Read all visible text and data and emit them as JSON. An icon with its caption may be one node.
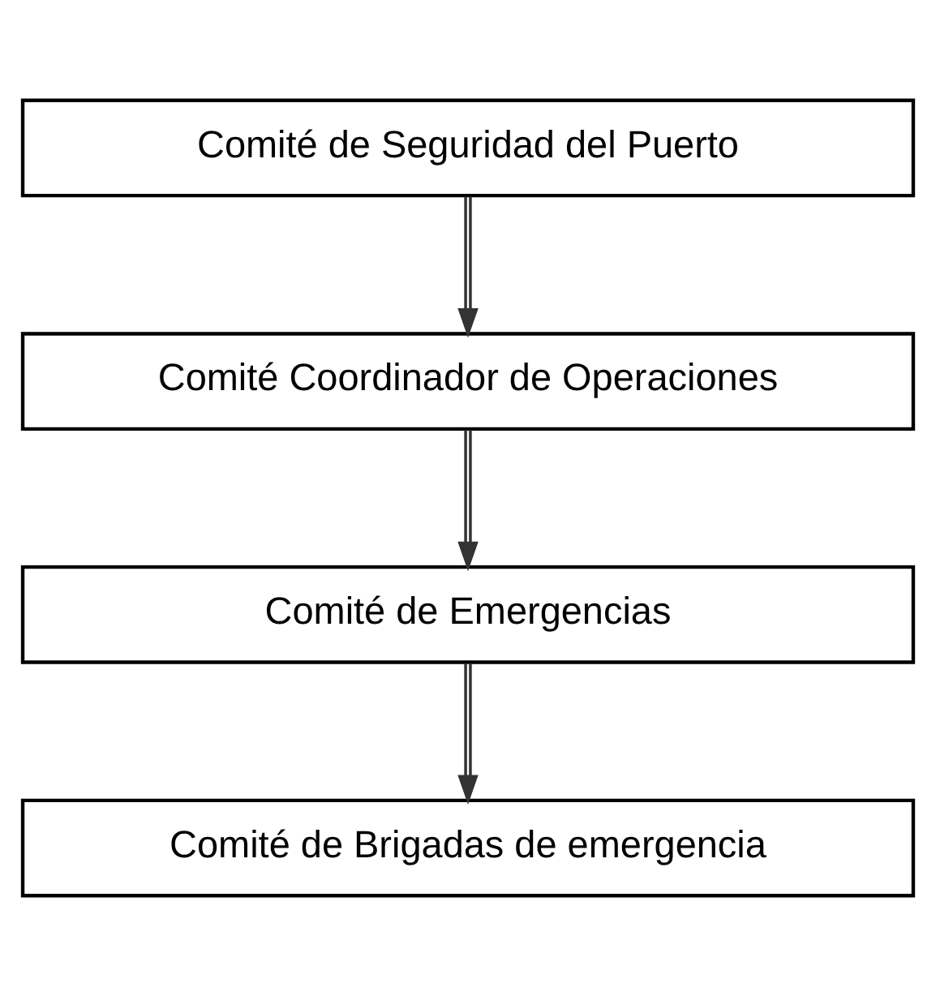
{
  "diagram": {
    "nodes": [
      {
        "text": [
          "Comité de Seguridad del Puerto"
        ]
      },
      {
        "text": [
          "Comité Coordinador de Operaciones"
        ]
      },
      {
        "text": [
          "Comité de Emergencias"
        ]
      },
      {
        "text": [
          "Comité de Brigadas de emergencia"
        ]
      }
    ],
    "edges": [
      {
        "from": 0,
        "to": 1,
        "arrow": "to"
      },
      {
        "from": 1,
        "to": 2,
        "arrow": "to"
      },
      {
        "from": 2,
        "to": 3,
        "arrow": "to"
      }
    ]
  }
}
